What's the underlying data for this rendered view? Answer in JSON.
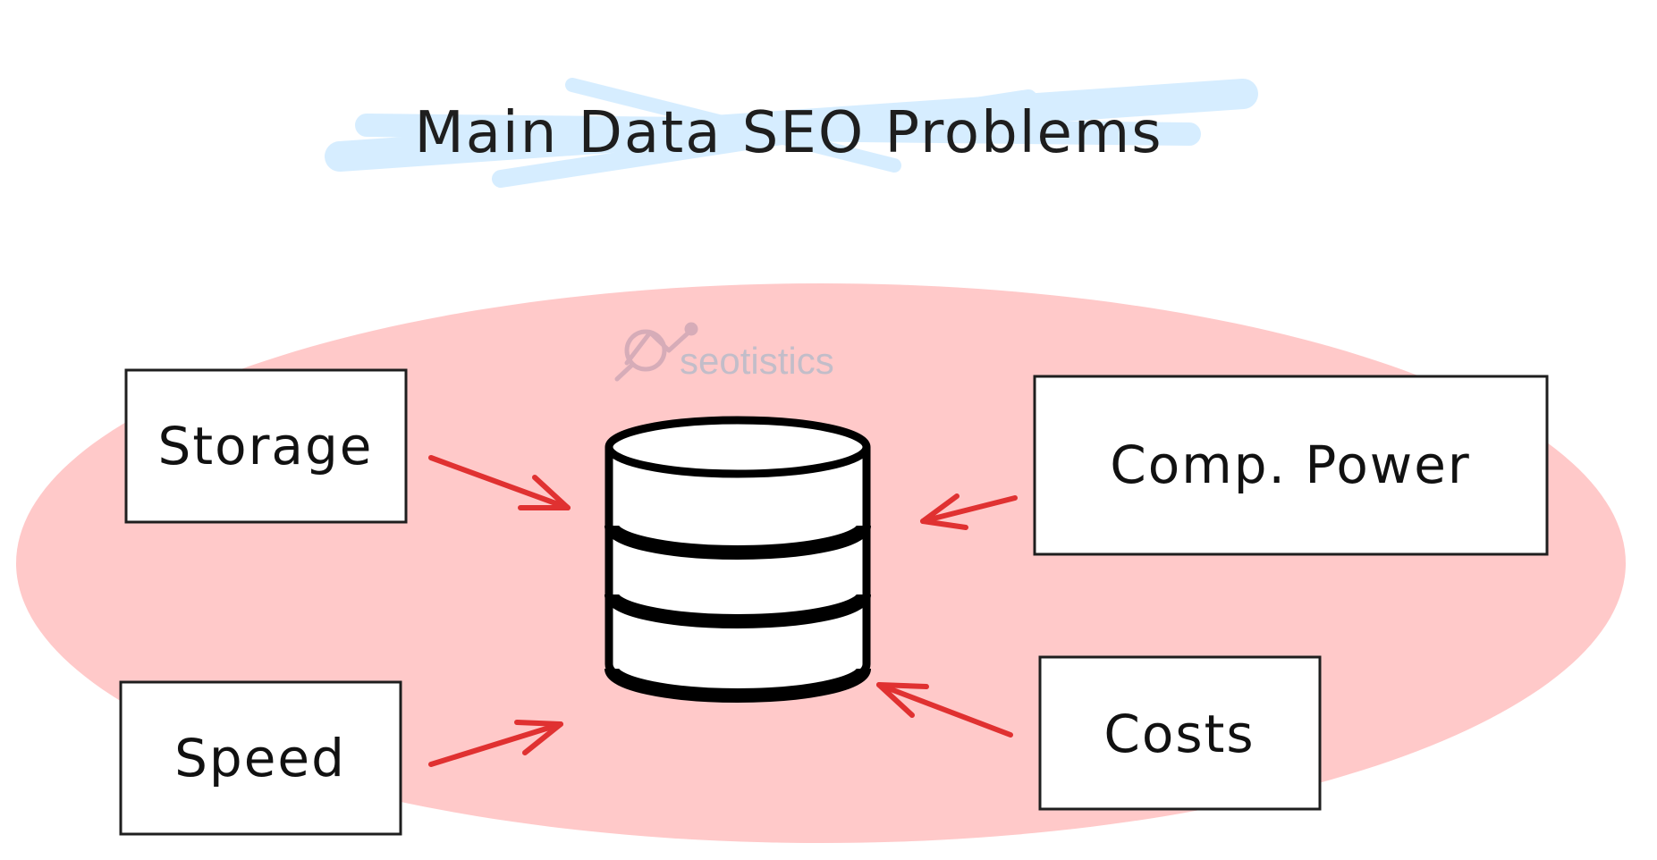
{
  "title": "Main Data SEO Problems",
  "watermark": "seotistics",
  "nodes": {
    "storage": "Storage",
    "speed": "Speed",
    "comp_power": "Comp. Power",
    "costs": "Costs"
  },
  "center_icon": "database-icon",
  "colors": {
    "ellipse_fill": "#ffc9c9",
    "arrow": "#e03131",
    "stroke": "#1e1e1e",
    "title_highlight": "#a5d8ff"
  }
}
